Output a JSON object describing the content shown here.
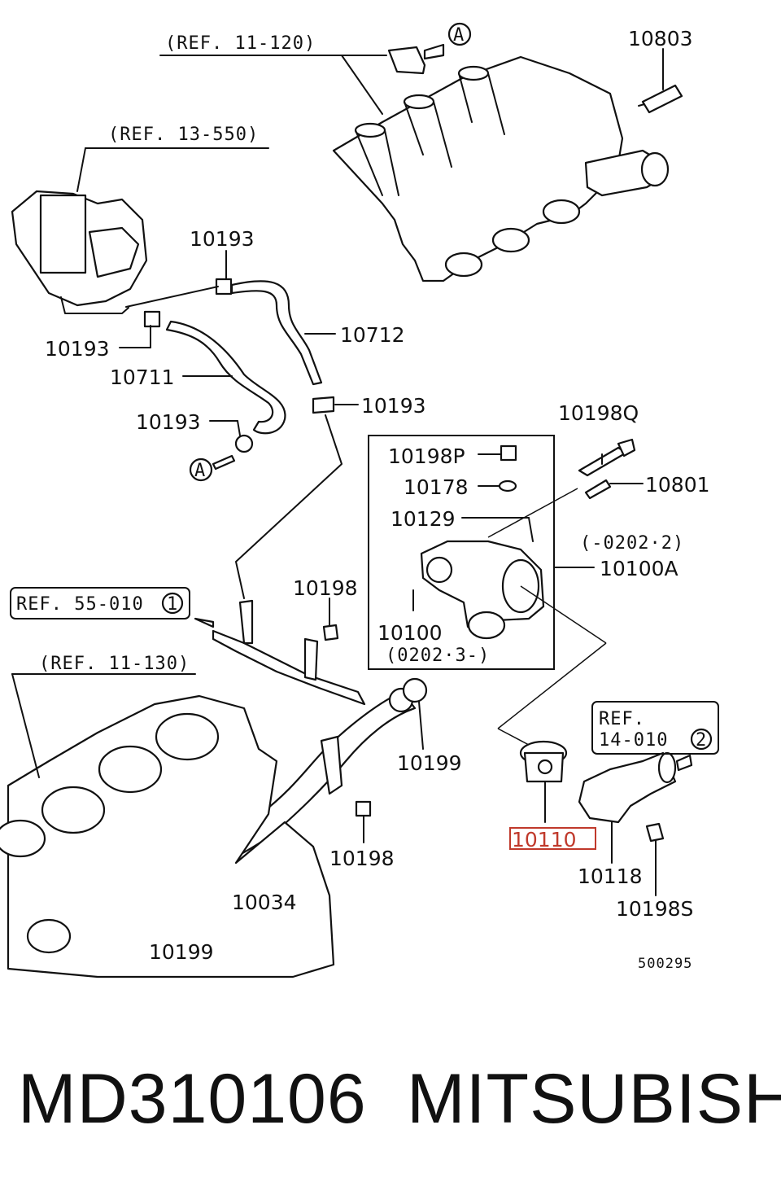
{
  "refs": {
    "r11_120": "(REF. 11-120)",
    "r13_550": "(REF. 13-550)",
    "r55_010": "REF. 55-010",
    "r55_010_num": "1",
    "r11_130": "(REF. 11-130)",
    "r14_010a": "REF.",
    "r14_010b": "14-010",
    "r14_010_num": "2"
  },
  "circle_markers": {
    "a_top": "A",
    "a_left": "A"
  },
  "parts": {
    "p10803": "10803",
    "p10193_a": "10193",
    "p10193_b": "10193",
    "p10193_c": "10193",
    "p10193_d": "10193",
    "p10712": "10712",
    "p10711": "10711",
    "p10198Q": "10198Q",
    "p10198P": "10198P",
    "p10178": "10178",
    "p10801": "10801",
    "p10129": "10129",
    "p10100A": "10100A",
    "p10100": "10100",
    "p10198_a": "10198",
    "p10198_b": "10198",
    "p10199_a": "10199",
    "p10199_b": "10199",
    "p10034": "10034",
    "p10110": "10110",
    "p10118": "10118",
    "p10198S": "10198S"
  },
  "date_codes": {
    "upper": "(-0202·2)",
    "lower": "(0202·3-)"
  },
  "diagram_code": "500295",
  "footer": {
    "part_number": "MD310106",
    "brand": "MITSUBISHI"
  },
  "colors": {
    "highlight": "#c0392b",
    "line": "#111111"
  }
}
